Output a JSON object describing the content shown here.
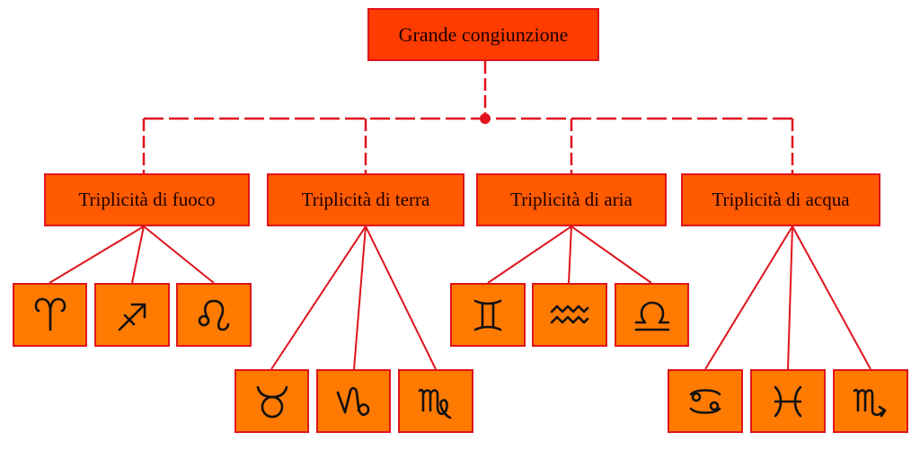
{
  "title": "Grande congiunzione",
  "triplicities": [
    {
      "label": "Triplicità di fuoco",
      "signs": [
        "aries-icon",
        "sagittarius-icon",
        "leo-icon"
      ]
    },
    {
      "label": "Triplicità di terra",
      "signs": [
        "taurus-icon",
        "capricorn-icon",
        "virgo-icon"
      ]
    },
    {
      "label": "Triplicità di aria",
      "signs": [
        "gemini-icon",
        "aquarius-icon",
        "libra-icon"
      ]
    },
    {
      "label": "Triplicità di acqua",
      "signs": [
        "cancer-icon",
        "pisces-icon",
        "scorpio-icon"
      ]
    }
  ],
  "colors": {
    "line": "#e0141c",
    "root_fill": "#ff3c00",
    "triplicity_fill": "#ff5a00",
    "sign_fill": "#ff7a00"
  }
}
